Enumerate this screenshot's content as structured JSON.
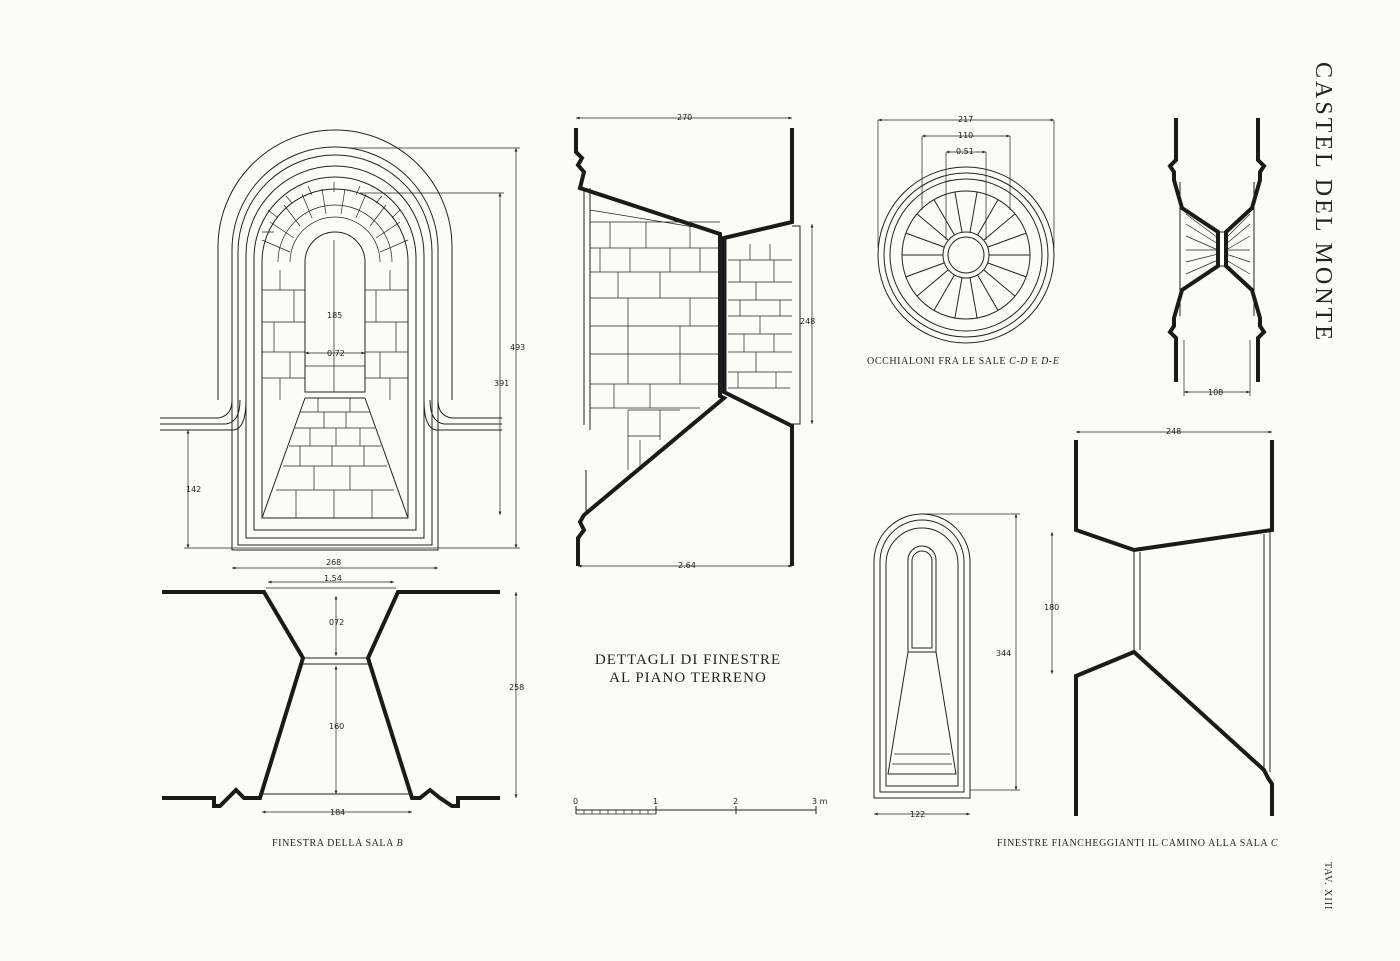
{
  "plate": {
    "side_title": "CASTEL DEL MONTE",
    "plate_number": "TAV. XIII",
    "center_title_line1": "DETTAGLI DI FINESTRE",
    "center_title_line2": "AL PIANO TERRENO"
  },
  "captions": {
    "sala_b_prefix": "FINESTRA DELLA SALA ",
    "sala_b_letter": "B",
    "occhialoni_prefix": "OCCHIALONI FRA LE SALE ",
    "occhialoni_cd": "C-D",
    "occhialoni_e": " E ",
    "occhialoni_de": "D-E",
    "fianch_prefix": "FINESTRE FIANCHEGGIANTI IL CAMINO ALLA SALA ",
    "fianch_letter": "C"
  },
  "dimensions": {
    "b_elev_height": "493",
    "b_elev_inner_height": "391",
    "b_elev_opening_height": "185",
    "b_elev_opening_width": "0.72",
    "b_elev_sill_height": "142",
    "b_elev_width": "268",
    "b_plan_inner_width": "1.54",
    "b_plan_throat_depth": "072",
    "b_plan_splay_depth": "160",
    "b_plan_total_depth": "258",
    "b_plan_outer_width": "184",
    "mid_top_width": "270",
    "mid_height": "248",
    "mid_bottom_width": "2.64",
    "occ_outer": "217",
    "occ_middle": "110",
    "occ_inner": "0.51",
    "occ_section_width": "108",
    "fc_plan_width": "248",
    "fc_plan_depth": "180",
    "fc_elev_height": "344",
    "fc_elev_width": "122"
  },
  "scale_bar": {
    "ticks": [
      "0",
      "1",
      "2"
    ],
    "end_label": "3 m"
  }
}
